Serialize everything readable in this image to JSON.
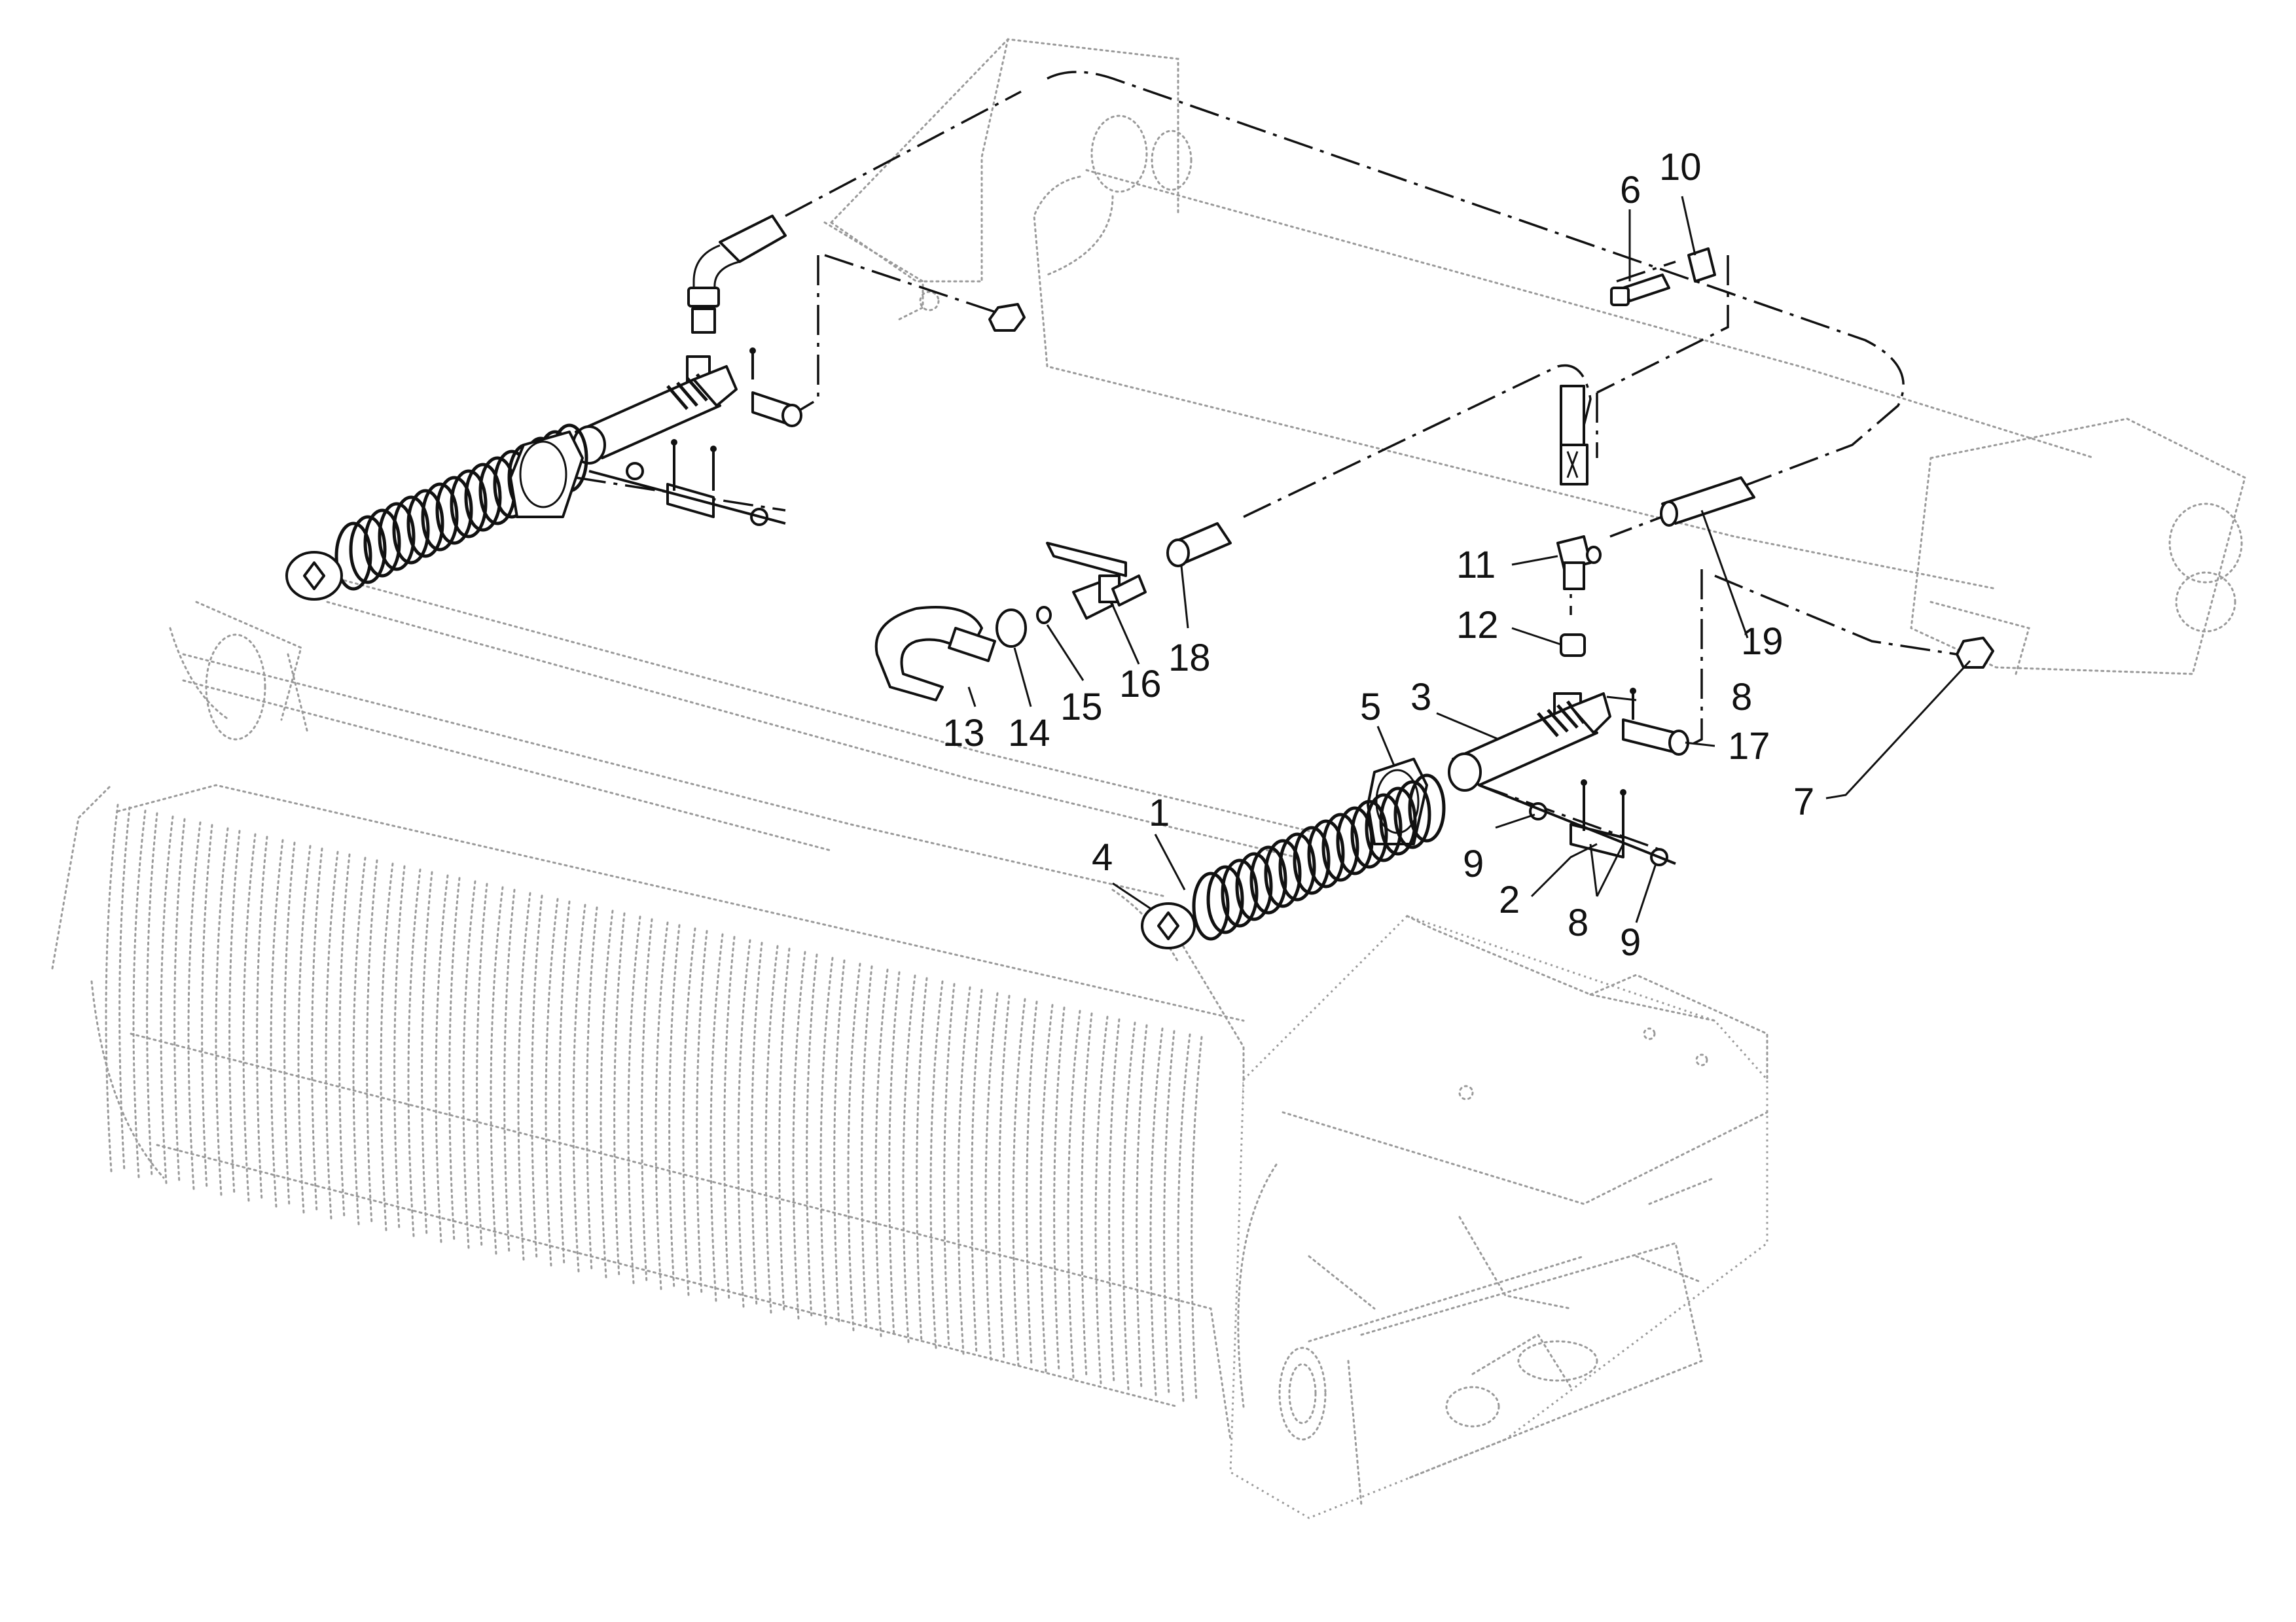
{
  "callouts": {
    "c1": "1",
    "c2": "2",
    "c3": "3",
    "c4": "4",
    "c5": "5",
    "c6": "6",
    "c7": "7",
    "c8a": "8",
    "c8b": "8",
    "c9a": "9",
    "c9b": "9",
    "c10": "10",
    "c11": "11",
    "c12": "12",
    "c13": "13",
    "c14": "14",
    "c15": "15",
    "c16": "16",
    "c17": "17",
    "c18": "18",
    "c19": "19"
  },
  "colors": {
    "line": "#111111",
    "ghost": "#9a9a9a",
    "background": "#ffffff"
  }
}
